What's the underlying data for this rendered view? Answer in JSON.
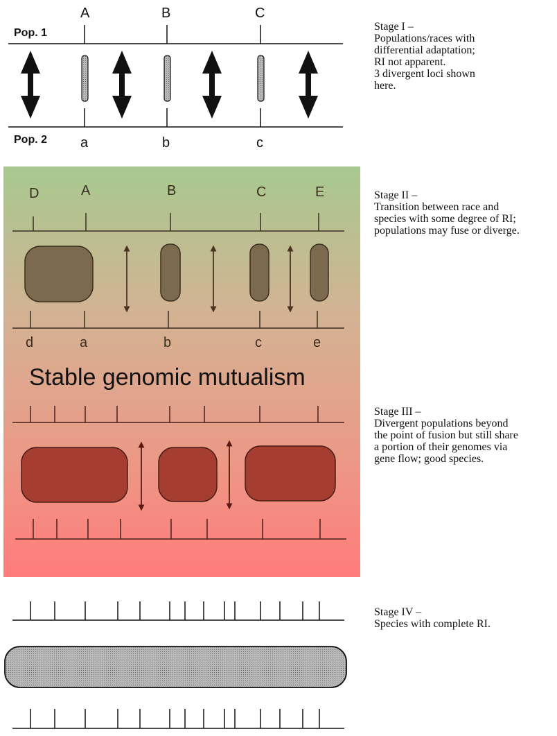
{
  "stage1": {
    "pop1_label": "Pop. 1",
    "pop2_label": "Pop. 2",
    "top_loci": [
      "A",
      "B",
      "C"
    ],
    "bottom_loci": [
      "a",
      "b",
      "c"
    ],
    "description": [
      "Stage I –",
      "Populations/races with",
      "differential adaptation;",
      "RI not apparent.",
      "3 divergent loci shown",
      "here."
    ]
  },
  "stage2": {
    "top_loci": [
      "D",
      "A",
      "B",
      "C",
      "E"
    ],
    "bottom_loci": [
      "d",
      "a",
      "b",
      "c",
      "e"
    ],
    "description": [
      "Stage II –",
      "Transition between race and",
      "species with some degree of RI;",
      "populations may fuse or diverge."
    ]
  },
  "overlay_label": "Stable genomic mutualism",
  "stage3": {
    "description": [
      "Stage III –",
      "Divergent populations beyond",
      "the point of fusion but still share",
      "a portion of their genomes via",
      "gene flow; good species."
    ]
  },
  "stage4": {
    "description": [
      "Stage IV –",
      "Species with complete RI."
    ]
  },
  "colors": {
    "gradient_top": "#a7c98f",
    "gradient_bottom": "#ff7b7b",
    "stage1_block": "#9a9a9a",
    "stage2_block": "#6e5a3c",
    "stage3_block": "#9a3a2c",
    "stage4_block": "#a8a8a8"
  }
}
